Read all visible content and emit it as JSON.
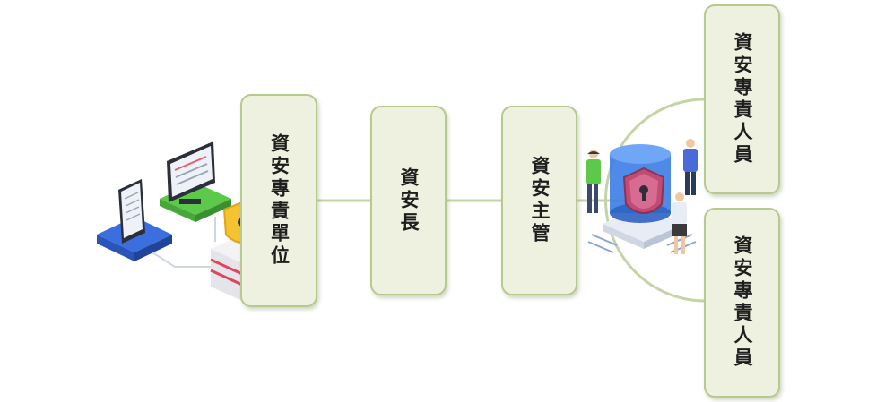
{
  "nodes": {
    "unit": {
      "label": "資安專責單位"
    },
    "chief": {
      "label": "資安長"
    },
    "supervisor": {
      "label": "資安主管"
    },
    "staff_top": {
      "label": "資安專責人員"
    },
    "staff_bottom": {
      "label": "資安專責人員"
    }
  },
  "colors": {
    "box_fill": "#eef1df",
    "box_border": "#b7c98d",
    "connector": "#c4d4a6",
    "text": "#1e1e1e"
  },
  "icons": [
    "devices-illustration",
    "database-security-illustration"
  ]
}
